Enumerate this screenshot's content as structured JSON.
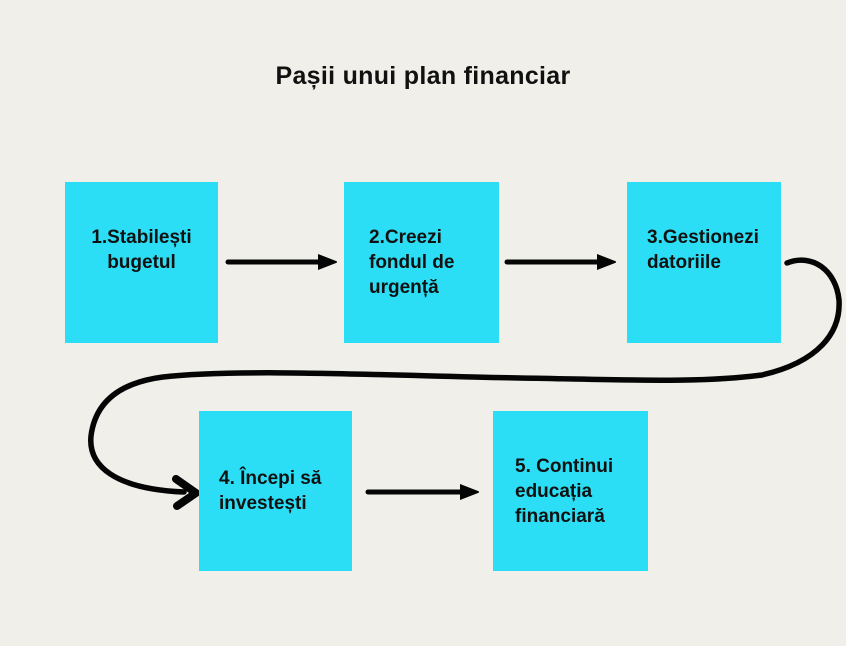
{
  "title": "Pașii unui plan financiar",
  "colors": {
    "background": "#F0EFE9",
    "box": "#2BDEF5",
    "text": "#111111",
    "arrow": "#050505"
  },
  "steps": [
    {
      "label": "1.Stabilești\nbugetul"
    },
    {
      "label": "2.Creezi\nfondul de\nurgență"
    },
    {
      "label": "3.Gestionezi\ndatoriile"
    },
    {
      "label": "4. Începi să\ninvestești"
    },
    {
      "label": "5. Continui\neducația\nfinanciară"
    }
  ]
}
